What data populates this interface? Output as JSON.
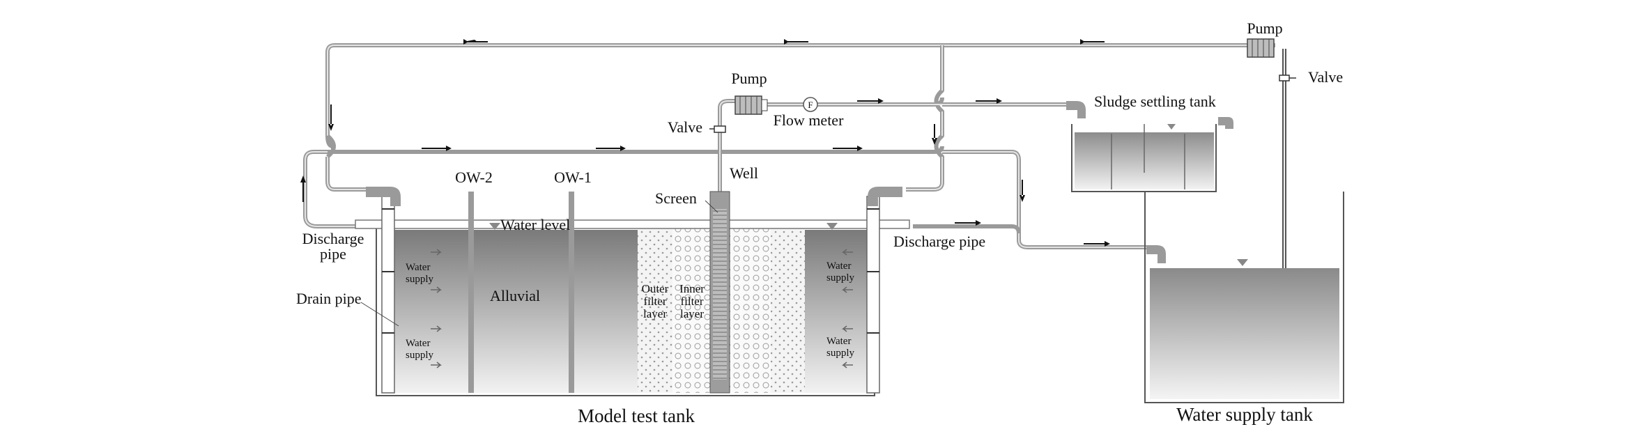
{
  "labels": {
    "pump_top": "Pump",
    "pump_mid": "Pump",
    "valve_top": "Valve",
    "valve_mid": "Valve",
    "flow_meter": "Flow meter",
    "flow_meter_symbol": "F",
    "sludge_tank": "Sludge settling tank",
    "well": "Well",
    "screen": "Screen",
    "ow2": "OW-2",
    "ow1": "OW-1",
    "water_level": "Water level",
    "discharge_left_1": "Discharge",
    "discharge_left_2": "pipe",
    "discharge_right": "Discharge pipe",
    "drain_pipe": "Drain pipe",
    "alluvial": "Alluvial",
    "water_supply_lt_1": "Water",
    "water_supply_lt_2": "supply",
    "water_supply_lb_1": "Water",
    "water_supply_lb_2": "supply",
    "water_supply_rt_1": "Water",
    "water_supply_rt_2": "supply",
    "water_supply_rb_1": "Water",
    "water_supply_rb_2": "supply",
    "outer_filter_1": "Outer",
    "outer_filter_2": "filter",
    "outer_filter_3": "layer",
    "inner_filter_1": "Inner",
    "inner_filter_2": "filter",
    "inner_filter_3": "layer",
    "model_tank": "Model test tank",
    "supply_tank": "Water supply tank"
  },
  "colors": {
    "pipe": "#9a9a9a",
    "water_dark": "#7a7a7a",
    "water_light": "#ebebeb",
    "text": "#111111"
  }
}
